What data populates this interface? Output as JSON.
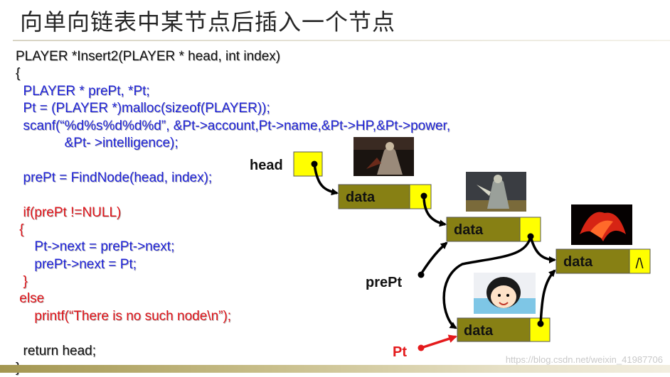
{
  "title": "向单向链表中某节点后插入一个节点",
  "code_lines": [
    {
      "text": "PLAYER *Insert2(PLAYER * head, int index)",
      "color": "black"
    },
    {
      "text": "{",
      "color": "black"
    },
    {
      "text": "  PLAYER * prePt, *Pt;",
      "color": "blue"
    },
    {
      "text": "  Pt = (PLAYER *)malloc(sizeof(PLAYER));",
      "color": "blue"
    },
    {
      "text": "  scanf(“%d%s%d%d%d”, &Pt->account,Pt->name,&Pt->HP,&Pt->power,",
      "color": "blue"
    },
    {
      "text": "             &Pt- >intelligence);",
      "color": "blue"
    },
    {
      "text": "",
      "color": "black"
    },
    {
      "text": "  prePt = FindNode(head, index);",
      "color": "blue"
    },
    {
      "text": "",
      "color": "black"
    },
    {
      "text": "  if(prePt !=NULL)",
      "color": "red"
    },
    {
      "text": " {",
      "color": "red"
    },
    {
      "text": "     Pt->next = prePt->next;",
      "color": "blue"
    },
    {
      "text": "     prePt->next = Pt;",
      "color": "blue"
    },
    {
      "text": "  }",
      "color": "red"
    },
    {
      "text": " else",
      "color": "red"
    },
    {
      "text": "     printf(“There is no such node\\n”);",
      "color": "red"
    },
    {
      "text": "",
      "color": "black"
    },
    {
      "text": "  return head;",
      "color": "black"
    },
    {
      "text": "}",
      "color": "black"
    }
  ],
  "diagram": {
    "labels": {
      "head": "head",
      "prePt": "prePt",
      "Pt": "Pt"
    },
    "nodes": [
      {
        "id": "node1",
        "data_label": "data",
        "tail": "pointer"
      },
      {
        "id": "node2",
        "data_label": "data",
        "tail": "pointer"
      },
      {
        "id": "node3",
        "data_label": "data",
        "tail": "null"
      },
      {
        "id": "new-node",
        "data_label": "data",
        "tail": "pointer"
      }
    ],
    "null_symbol": "/\\",
    "colors": {
      "node_body": "#878014",
      "node_pointer": "#ffff00",
      "pt_arrow": "#e41a1c",
      "arrow": "#000000"
    }
  },
  "watermark": "https://blog.csdn.net/weixin_41987706"
}
